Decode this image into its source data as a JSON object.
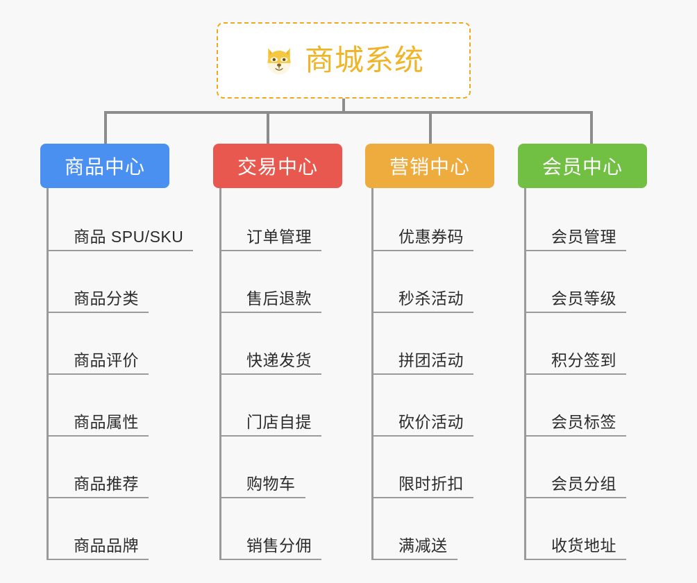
{
  "canvas": {
    "background": "#f8f8f8",
    "connector_color": "#8c8c8c"
  },
  "root": {
    "title": "商城系统",
    "icon": "shiba-dog-face-icon",
    "text_color": "#f0b428",
    "border_color": "#f0a81e",
    "background": "#ffffff"
  },
  "columns": [
    {
      "header": "商品中心",
      "color": "#4a90f0",
      "items": [
        "商品 SPU/SKU",
        "商品分类",
        "商品评价",
        "商品属性",
        "商品推荐",
        "商品品牌"
      ]
    },
    {
      "header": "交易中心",
      "color": "#e8584f",
      "items": [
        "订单管理",
        "售后退款",
        "快递发货",
        "门店自提",
        "购物车",
        "销售分佣"
      ]
    },
    {
      "header": "营销中心",
      "color": "#eeab3e",
      "items": [
        "优惠券码",
        "秒杀活动",
        "拼团活动",
        "砍价活动",
        "限时折扣",
        "满减送"
      ]
    },
    {
      "header": "会员中心",
      "color": "#72c043",
      "items": [
        "会员管理",
        "会员等级",
        "积分签到",
        "会员标签",
        "会员分组",
        "收货地址"
      ]
    }
  ]
}
